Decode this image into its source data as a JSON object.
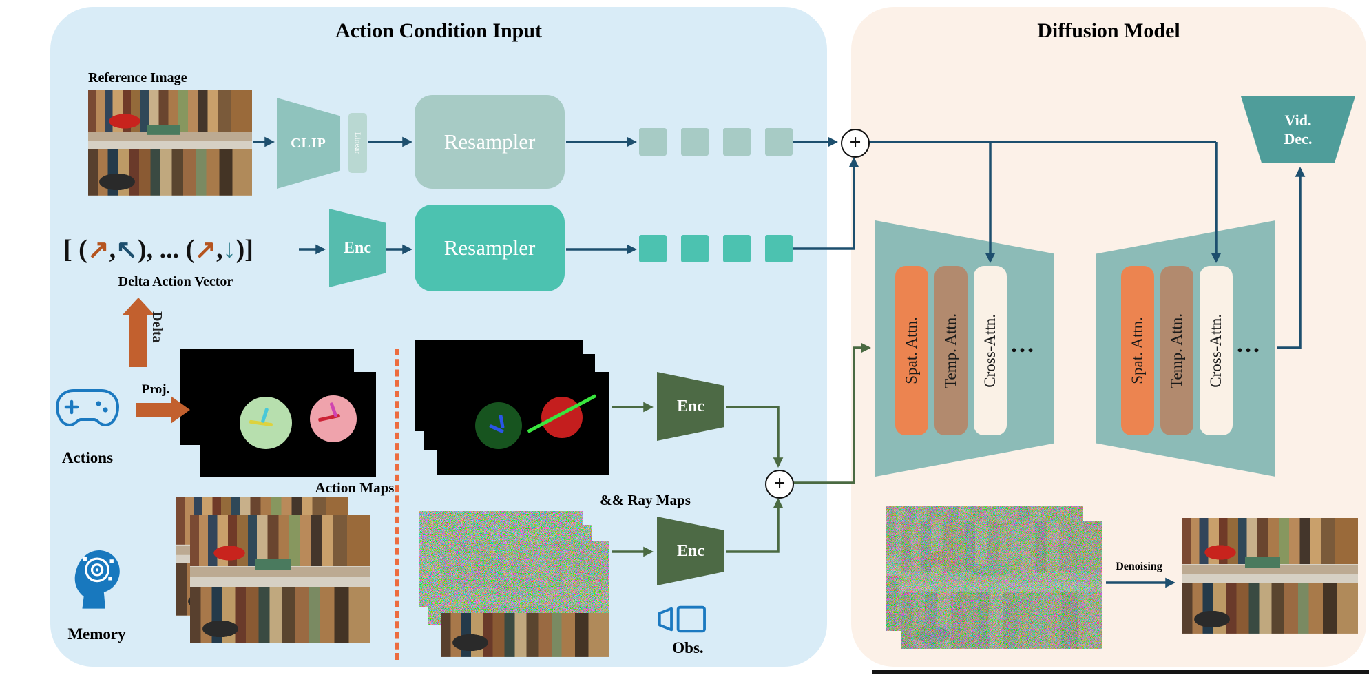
{
  "left_panel": {
    "title": "Action Condition Input",
    "reference_image_label": "Reference Image",
    "clip_label": "CLIP",
    "linear_label": "Linear",
    "resampler_image_label": "Resampler",
    "delta_vector": {
      "open": "[ (",
      "arrow_up_right_1": "↗",
      "comma_1": ",",
      "arrow_up_left": "↖",
      "middle": "), ... (",
      "arrow_up_right_2": "↗",
      "comma_2": ",",
      "arrow_down": "↓",
      "close": ")]",
      "label": "Delta Action Vector"
    },
    "enc_action_label": "Enc",
    "resampler_action_label": "Resampler",
    "delta_arrow_label": "Delta",
    "proj_label": "Proj.",
    "actions_label": "Actions",
    "action_maps_label": "Action Maps",
    "ray_maps_label": "&& Ray Maps",
    "enc_maps_label": "Enc",
    "memory_label": "Memory",
    "enc_obs_label": "Enc",
    "obs_label": "Obs."
  },
  "right_panel": {
    "title": "Diffusion Model",
    "unet1": {
      "spat": "Spat. Attn.",
      "temp": "Temp. Attn.",
      "cross": "Cross-Attn.",
      "dots": "..."
    },
    "unet2": {
      "spat": "Spat. Attn.",
      "temp": "Temp. Attn.",
      "cross": "Cross-Attn.",
      "dots": "..."
    },
    "vid_dec": {
      "line1": "Vid.",
      "line2": "Dec."
    },
    "denoising_label": "Denoising"
  },
  "symbols": {
    "plus_top": "+",
    "plus_bottom": "+"
  },
  "colors": {
    "panel_left_bg": "#d9ecf7",
    "panel_right_bg": "#fcf1e8",
    "clip": "#8fc3bd",
    "linear": "#b9d8d2",
    "resampler_image": "#a7cbc5",
    "resampler_action": "#4cc2b0",
    "enc_action": "#56bcae",
    "enc_dark_green": "#4d6a45",
    "navy_arrow": "#1d4f6e",
    "green_arrow": "#4a6a42",
    "orange_arrow": "#c2602e",
    "spat_attn": "#ec8450",
    "temp_attn": "#b28a6e",
    "cross_attn": "#faf1e6",
    "unet_body": "#8cbbb7",
    "vid_dec": "#4f9d9a",
    "divider_dash": "#ec6c3f",
    "icon_blue": "#1b79c0"
  }
}
